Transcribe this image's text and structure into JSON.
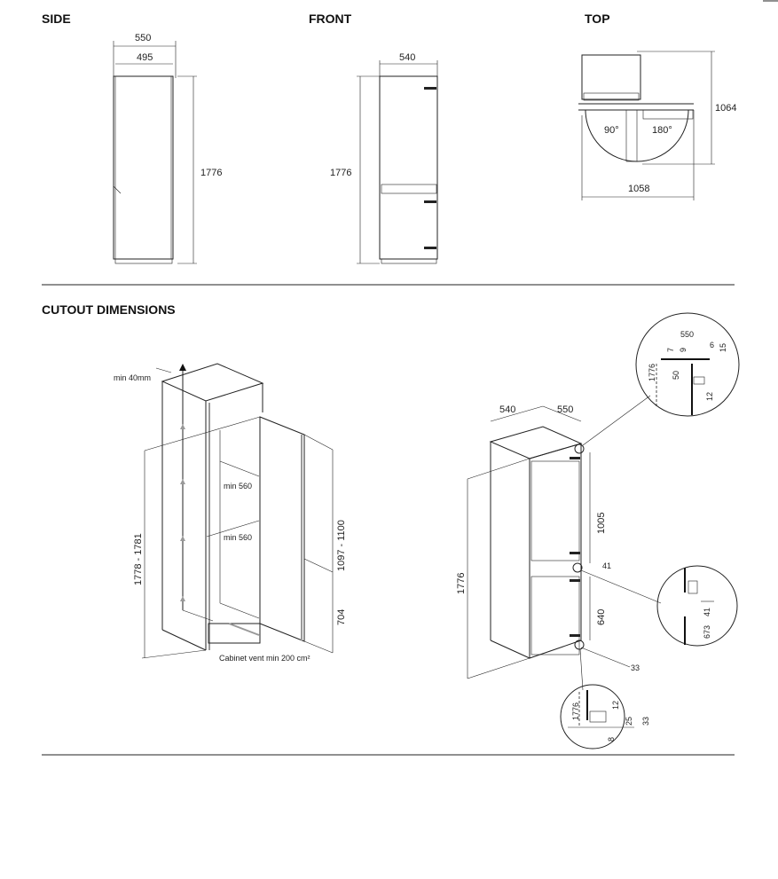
{
  "side": {
    "title": "SIDE",
    "depth_outer": "550",
    "depth_inner": "495",
    "height": "1776"
  },
  "front": {
    "title": "FRONT",
    "width": "540",
    "height": "1776"
  },
  "top": {
    "title": "TOP",
    "depth": "1064",
    "width": "1058",
    "angle_open": "90°",
    "angle_full": "180°"
  },
  "cutout": {
    "title": "CUTOUT DIMENSIONS",
    "min_gap": "min 40mm",
    "min_depth_upper": "min 560",
    "min_depth_lower": "min 560",
    "height_range": "1778 - 1781",
    "upper_range": "1097 - 1100",
    "lower_height": "704",
    "vent": "Cabinet vent min 200 cm²",
    "width": "540",
    "depth": "550",
    "height": "1776",
    "upper_door": "1005",
    "lower_door": "640",
    "gap": "41",
    "bottom": "33"
  },
  "detail_top": {
    "d550": "550",
    "d7": "7",
    "d9": "9",
    "d6": "6",
    "d15": "15",
    "d1776": "1776",
    "d50": "50",
    "d12": "12"
  },
  "detail_middle": {
    "d41": "41",
    "d673": "673"
  },
  "detail_bottom": {
    "d1776": "1776",
    "d12": "12",
    "d25": "25",
    "d33": "33",
    "d8": "8"
  }
}
